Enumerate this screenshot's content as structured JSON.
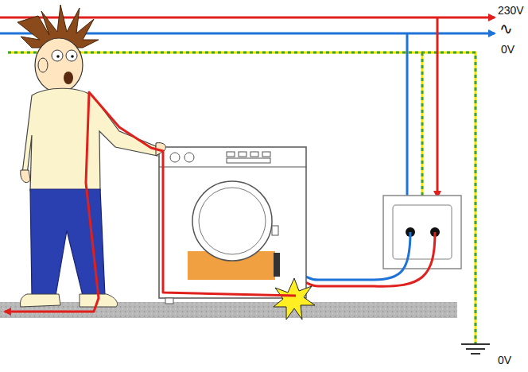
{
  "diagram": {
    "labels": [
      "230V",
      "∿",
      "0V",
      "0V"
    ]
  }
}
